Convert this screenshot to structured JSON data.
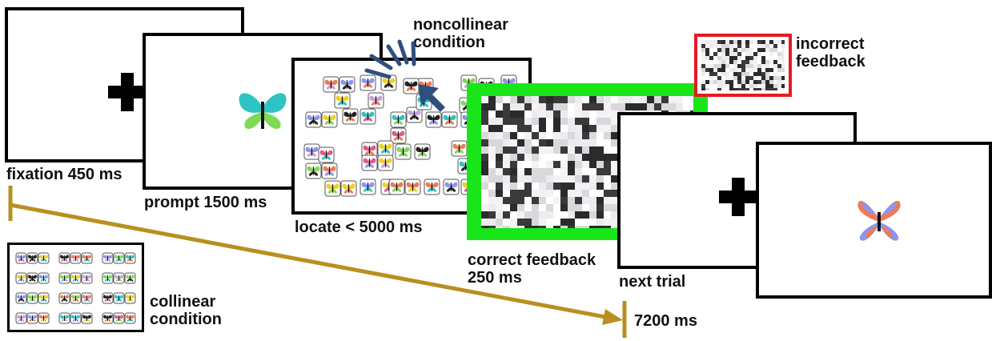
{
  "labels": {
    "fixation": "fixation 450 ms",
    "prompt": "prompt 1500 ms",
    "locate": "locate < 5000 ms",
    "correct_feedback_line1": "correct feedback",
    "correct_feedback_line2": "250 ms",
    "next_trial": "next trial",
    "noncollinear_line1": "noncollinear",
    "noncollinear_line2": "condition",
    "incorrect_line1": "incorrect",
    "incorrect_line2": "feedback",
    "collinear_line1": "collinear",
    "collinear_line2": "condition",
    "total_time": "7200 ms"
  },
  "colors": {
    "timeline": "#B8901F",
    "correct_border": "#19E619",
    "incorrect_border": "#E31B23",
    "cursor_arrow": "#2F4F7F",
    "butterfly_prompt": "#2EC4C4",
    "butterfly_next": "#8C96F0",
    "butterfly_next_accent": "#F07A55"
  }
}
